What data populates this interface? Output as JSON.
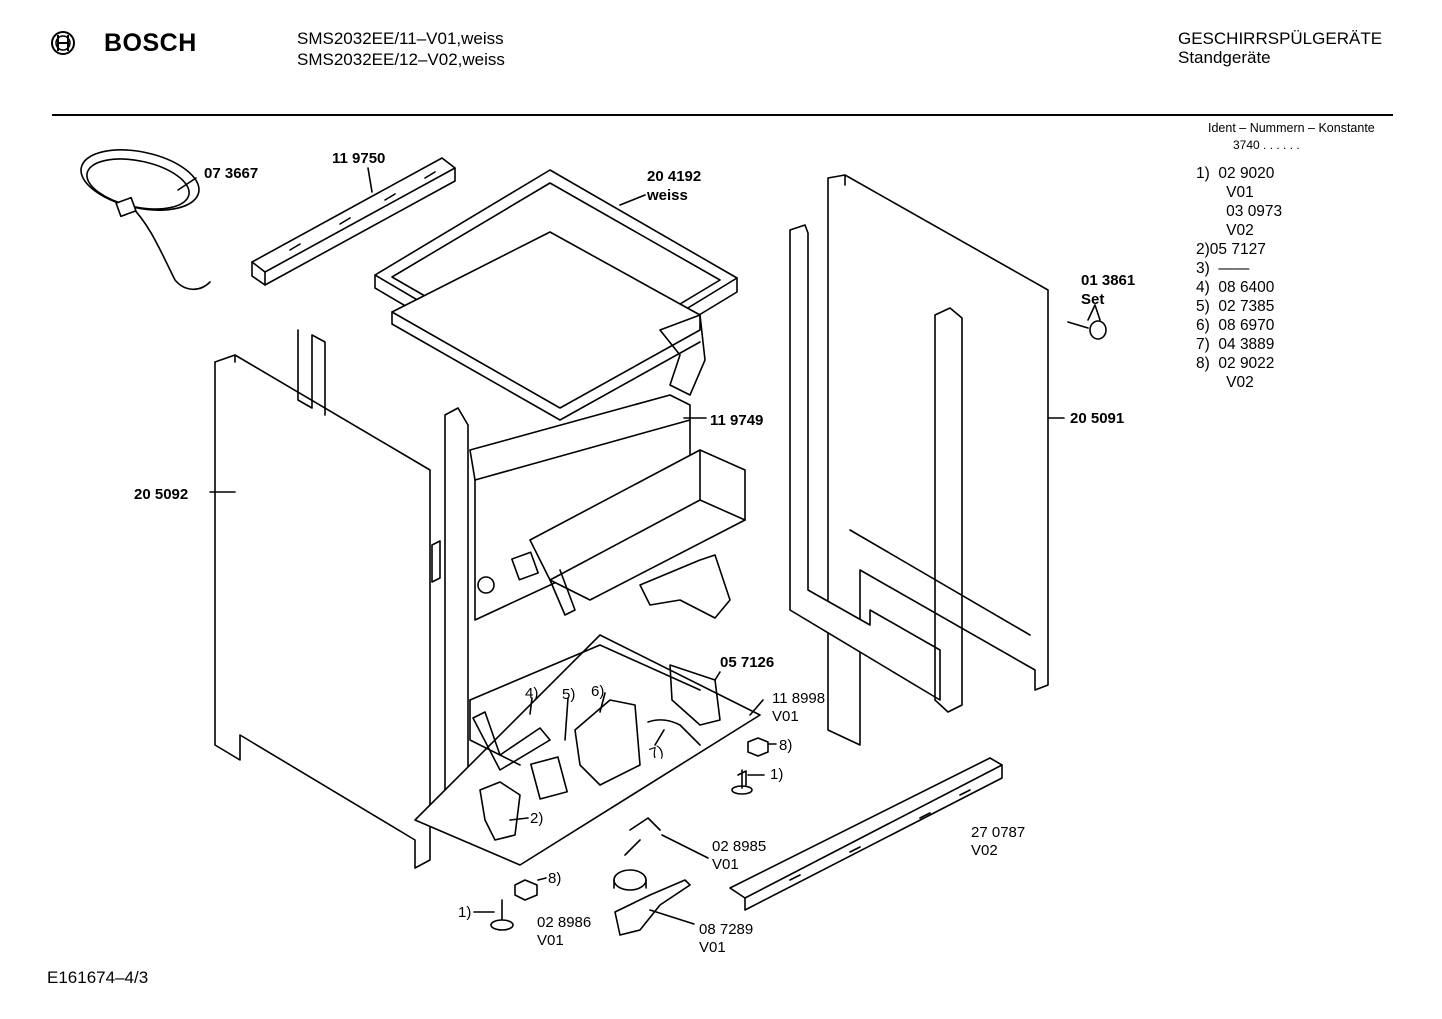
{
  "header": {
    "brand": "BOSCH",
    "models": [
      "SMS2032EE/11–V01,weiss",
      "SMS2032EE/12–V02,weiss"
    ],
    "category": [
      "GESCHIRRSPÜLGERÄTE",
      "Standgeräte"
    ]
  },
  "ident": {
    "title": "Ident – Nummern – Konstante",
    "code": "3740 .  .  .  .  .  .",
    "items": [
      "1)  02 9020",
      "       V01",
      "       03 0973",
      "       V02",
      "2)05 7127",
      "3)  ——",
      "4)  08 6400",
      "5)  02 7385",
      "6)  08 6970",
      "7)  04 3889",
      "8)  02 9022",
      "       V02"
    ]
  },
  "callouts": {
    "p073667": "07 3667",
    "p119750": "11 9750",
    "p204192": [
      "20 4192",
      "weiss"
    ],
    "p013861": [
      "01 3861",
      "Set"
    ],
    "p205091": "20 5091",
    "p119749": "11 9749",
    "p205092": "20 5092",
    "p057126": "05 7126",
    "p118998": [
      "11 8998",
      "V01"
    ],
    "r4": "4)",
    "r5": "5)",
    "r6": "6)",
    "r7": "7)",
    "r8a": "8)",
    "r1a": "1)",
    "r2": "2)",
    "p028985": [
      "02 8985",
      "V01"
    ],
    "p270787": [
      "27 0787",
      "V02"
    ],
    "r8b": "8)",
    "r1b": "1)",
    "p028986": [
      "02 8986",
      "V01"
    ],
    "p087289": [
      "08 7289",
      "V01"
    ]
  },
  "footer": {
    "code": "E161674–4/3"
  },
  "colors": {
    "ink": "#000000",
    "paper": "#ffffff",
    "fill": "#ffffff"
  }
}
